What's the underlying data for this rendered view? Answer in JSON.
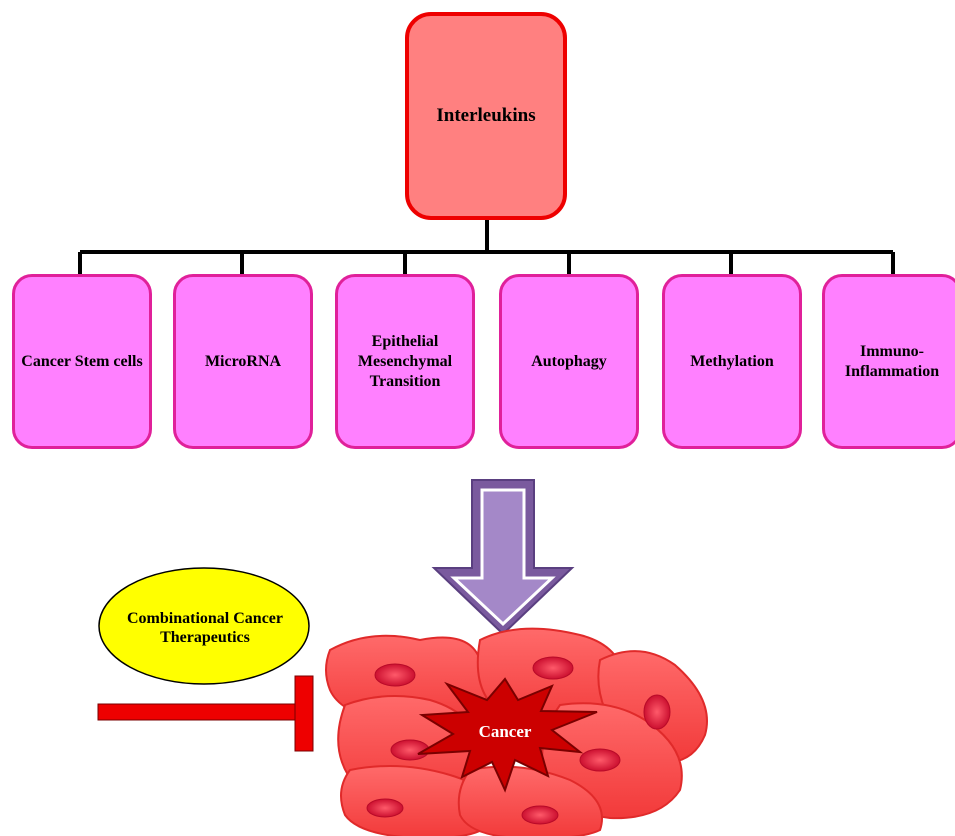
{
  "root": {
    "label": "Interleukins"
  },
  "children": [
    {
      "label": "Cancer Stem cells"
    },
    {
      "label": "MicroRNA"
    },
    {
      "label": "Epithelial Mesenchymal Transition"
    },
    {
      "label": "Autophagy"
    },
    {
      "label": "Methylation"
    },
    {
      "label": "Immuno-Inflammation"
    }
  ],
  "therapy": {
    "label": "Combinational Cancer Therapeutics"
  },
  "cancer": {
    "label": "Cancer"
  },
  "colors": {
    "root_fill": "#ff8080",
    "root_border": "#ee0000",
    "child_fill": "#ff80ff",
    "child_border": "#e0209a",
    "arrow_fill": "#8e6fb0",
    "ellipse_fill": "#ffff00",
    "inhibitor": "#ee0000",
    "cell": "#ff4d4d",
    "star": "#cc0000"
  }
}
